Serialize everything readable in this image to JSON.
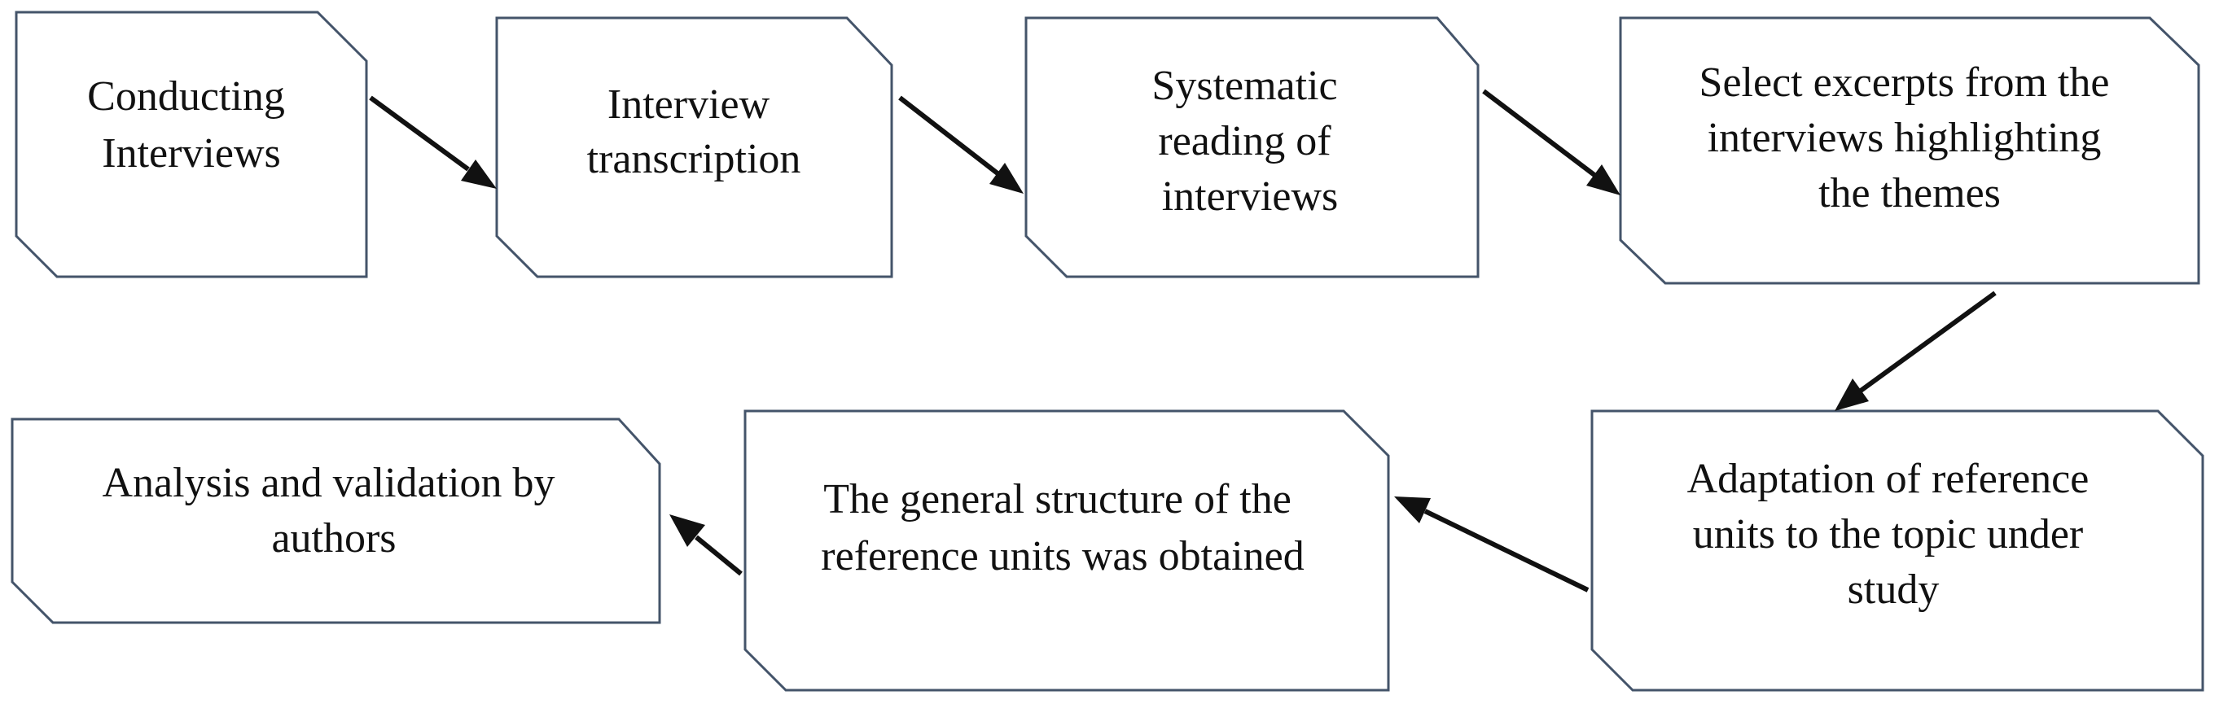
{
  "steps": [
    {
      "id": "conducting-interviews",
      "lines": [
        "Conducting",
        "Interviews"
      ]
    },
    {
      "id": "interview-transcription",
      "lines": [
        "Interview",
        "transcription"
      ]
    },
    {
      "id": "systematic-reading",
      "lines": [
        "Systematic",
        "reading of",
        "interviews"
      ]
    },
    {
      "id": "select-excerpts",
      "lines": [
        "Select excerpts from the",
        "interviews highlighting",
        "the themes"
      ]
    },
    {
      "id": "adaptation-reference-units",
      "lines": [
        "Adaptation of reference",
        "units to the topic under",
        "study"
      ]
    },
    {
      "id": "general-structure",
      "lines": [
        "The general structure of the",
        "reference units was obtained"
      ]
    },
    {
      "id": "analysis-validation",
      "lines": [
        "Analysis and validation by",
        "authors"
      ]
    }
  ],
  "colors": {
    "box_border": "#44546a",
    "box_fill": "#ffffff",
    "arrow": "#111111",
    "text": "#111111"
  }
}
